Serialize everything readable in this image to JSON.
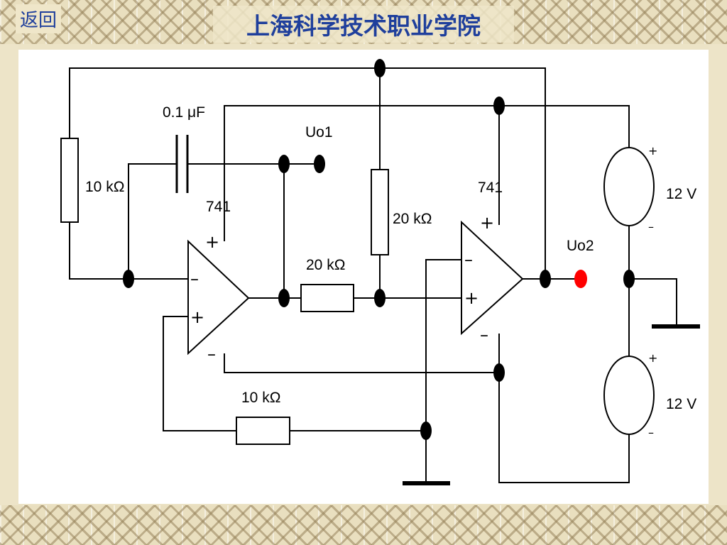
{
  "header": {
    "back_label": "返回",
    "title": "上海科学技术职业学院"
  },
  "circuit": {
    "labels": {
      "capacitor": "0.1 μF",
      "r_feedback_left": "10 kΩ",
      "opamp_1": "741",
      "opamp_2": "741",
      "r_vertical_mid": "20 kΩ",
      "r_series_mid": "20 kΩ",
      "r_bottom": "10 kΩ",
      "output_1": "Uo1",
      "output_2": "Uo2",
      "supply_top": "12 V",
      "supply_bottom": "12 V"
    },
    "signs": {
      "plus": "+",
      "minus": "–"
    },
    "colors": {
      "wire": "#000000",
      "output_2_node": "#ff0000"
    }
  }
}
